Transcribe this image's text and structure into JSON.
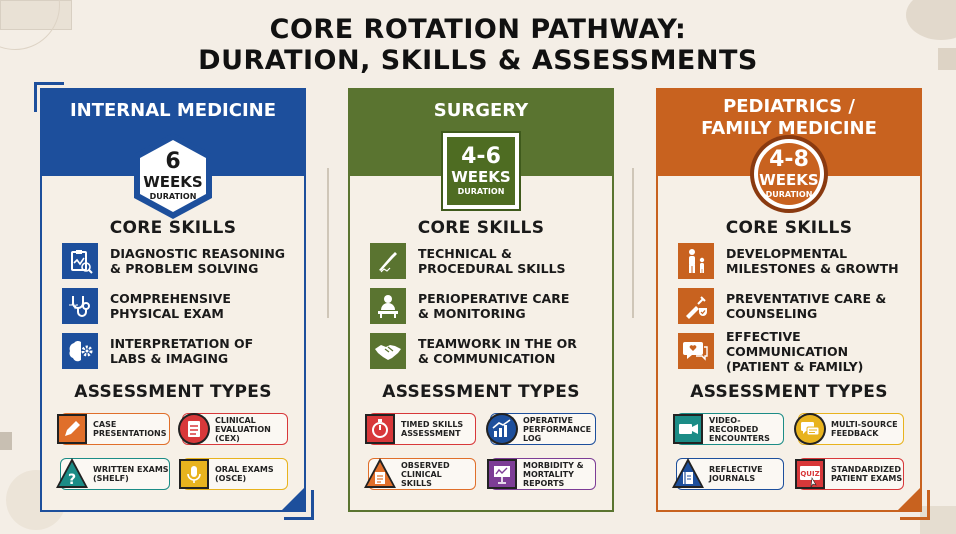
{
  "title_line1": "CORE ROTATION PATHWAY:",
  "title_line2": "DURATION, SKILLS & ASSESSMENTS",
  "columns": [
    {
      "name": "INTERNAL MEDICINE",
      "color": "#1d4f9c",
      "duration_value": "6",
      "duration_unit": "WEEKS",
      "duration_label": "DURATION",
      "skills_heading": "CORE SKILLS",
      "skills": [
        {
          "icon": "clipboard-chart-icon",
          "line1": "DIAGNOSTIC REASONING",
          "line2": "& PROBLEM SOLVING"
        },
        {
          "icon": "stethoscope-icon",
          "line1": "COMPREHENSIVE",
          "line2": "PHYSICAL EXAM"
        },
        {
          "icon": "brain-gear-icon",
          "line1": "INTERPRETATION OF",
          "line2": "LABS & IMAGING"
        }
      ],
      "assess_heading": "ASSESSMENT TYPES",
      "assessments": [
        {
          "icon": "pencil-icon",
          "line1": "CASE",
          "line2": "PRESENTATIONS",
          "line3": "",
          "color": "#e06f2a"
        },
        {
          "icon": "clipboard-icon",
          "line1": "CLINICAL",
          "line2": "EVALUATION",
          "line3": "(CEX)",
          "color": "#d8383a"
        },
        {
          "icon": "question-icon",
          "line1": "WRITTEN EXAMS",
          "line2": "(SHELF)",
          "line3": "",
          "color": "#1b8c86"
        },
        {
          "icon": "microphone-icon",
          "line1": "ORAL EXAMS",
          "line2": "(OSCE)",
          "line3": "",
          "color": "#e8b31e"
        }
      ]
    },
    {
      "name": "SURGERY",
      "color": "#5a7430",
      "duration_value": "4-6",
      "duration_unit": "WEEKS",
      "duration_label": "DURATION",
      "skills_heading": "CORE SKILLS",
      "skills": [
        {
          "icon": "scalpel-icon",
          "line1": "TECHNICAL &",
          "line2": "PROCEDURAL SKILLS"
        },
        {
          "icon": "surgeon-icon",
          "line1": "PERIOPERATIVE CARE",
          "line2": "& MONITORING"
        },
        {
          "icon": "handshake-icon",
          "line1": "TEAMWORK IN THE OR",
          "line2": "& COMMUNICATION"
        }
      ],
      "assess_heading": "ASSESSMENT TYPES",
      "assessments": [
        {
          "icon": "timer-icon",
          "line1": "TIMED SKILLS",
          "line2": "ASSESSMENT",
          "line3": "",
          "color": "#d8383a"
        },
        {
          "icon": "chart-up-icon",
          "line1": "OPERATIVE",
          "line2": "PERFORMANCE",
          "line3": "LOG",
          "color": "#1d4f9c"
        },
        {
          "icon": "checklist-icon",
          "line1": "OBSERVED",
          "line2": "CLINICAL SKILLS",
          "line3": "",
          "color": "#e06f2a"
        },
        {
          "icon": "presentation-icon",
          "line1": "MORBIDITY &",
          "line2": "MORTALITY",
          "line3": "REPORTS",
          "color": "#7d3d96"
        }
      ]
    },
    {
      "name_line1": "PEDIATRICS /",
      "name_line2": "FAMILY MEDICINE",
      "color": "#c8621f",
      "duration_value": "4-8",
      "duration_unit": "WEEKS",
      "duration_label": "DURATION",
      "skills_heading": "CORE SKILLS",
      "skills": [
        {
          "icon": "parent-child-icon",
          "line1": "DEVELOPMENTAL",
          "line2": "MILESTONES & GROWTH"
        },
        {
          "icon": "syringe-shield-icon",
          "line1": "PREVENTATIVE CARE &",
          "line2": "COUNSELING"
        },
        {
          "icon": "speech-heart-icon",
          "line1": "EFFECTIVE COMMUNICATION",
          "line2": "(PATIENT & FAMILY)"
        }
      ],
      "assess_heading": "ASSESSMENT TYPES",
      "assessments": [
        {
          "icon": "video-icon",
          "line1": "VIDEO-RECORDED",
          "line2": "ENCOUNTERS",
          "line3": "",
          "color": "#1b8c86"
        },
        {
          "icon": "feedback-icon",
          "line1": "MULTI-SOURCE",
          "line2": "FEEDBACK",
          "line3": "",
          "color": "#e8b31e"
        },
        {
          "icon": "book-icon",
          "line1": "REFLECTIVE",
          "line2": "JOURNALS",
          "line3": "",
          "color": "#1d4f9c"
        },
        {
          "icon": "quiz-icon",
          "line1": "STANDARDIZED",
          "line2": "PATIENT EXAMS",
          "line3": "",
          "color": "#d8383a",
          "icon_text": "QUIZ"
        }
      ]
    }
  ]
}
